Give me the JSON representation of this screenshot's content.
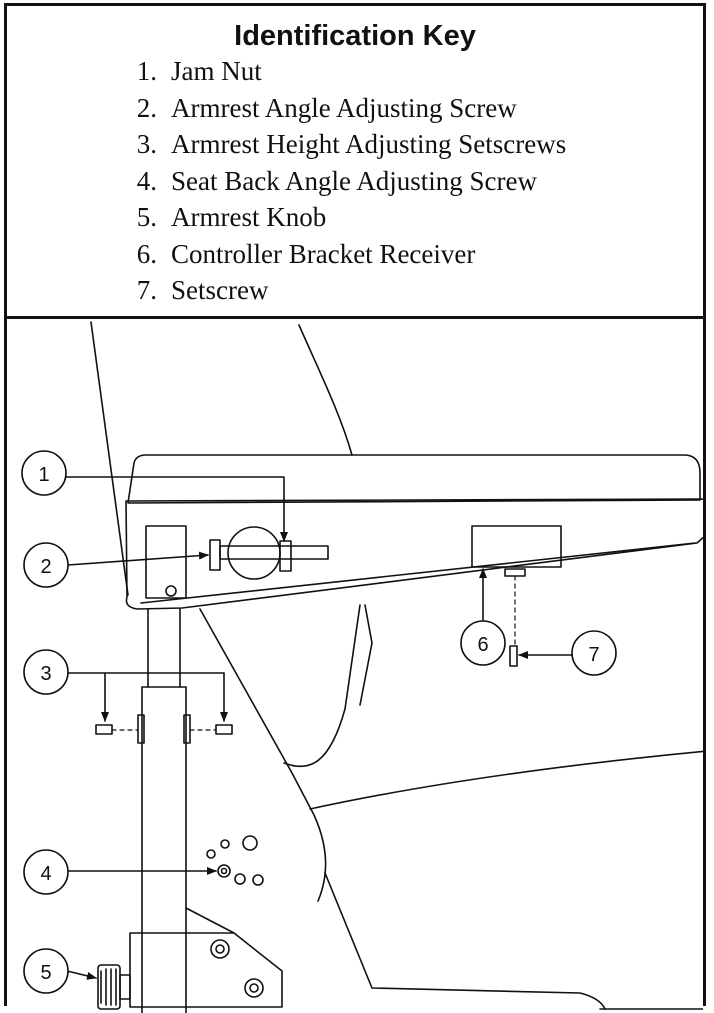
{
  "key": {
    "title": "Identification Key",
    "items": [
      {
        "num": "1.",
        "label": "Jam Nut"
      },
      {
        "num": "2.",
        "label": "Armrest Angle Adjusting Screw"
      },
      {
        "num": "3.",
        "label": "Armrest Height Adjusting Setscrews"
      },
      {
        "num": "4.",
        "label": "Seat Back Angle Adjusting Screw"
      },
      {
        "num": "5.",
        "label": "Armrest Knob"
      },
      {
        "num": "6.",
        "label": "Controller Bracket Receiver"
      },
      {
        "num": "7.",
        "label": "Setscrew"
      }
    ]
  },
  "callouts": {
    "c1": "1",
    "c2": "2",
    "c3": "3",
    "c4": "4",
    "c5": "5",
    "c6": "6",
    "c7": "7"
  },
  "colors": {
    "ink": "#111111",
    "background": "#ffffff"
  }
}
